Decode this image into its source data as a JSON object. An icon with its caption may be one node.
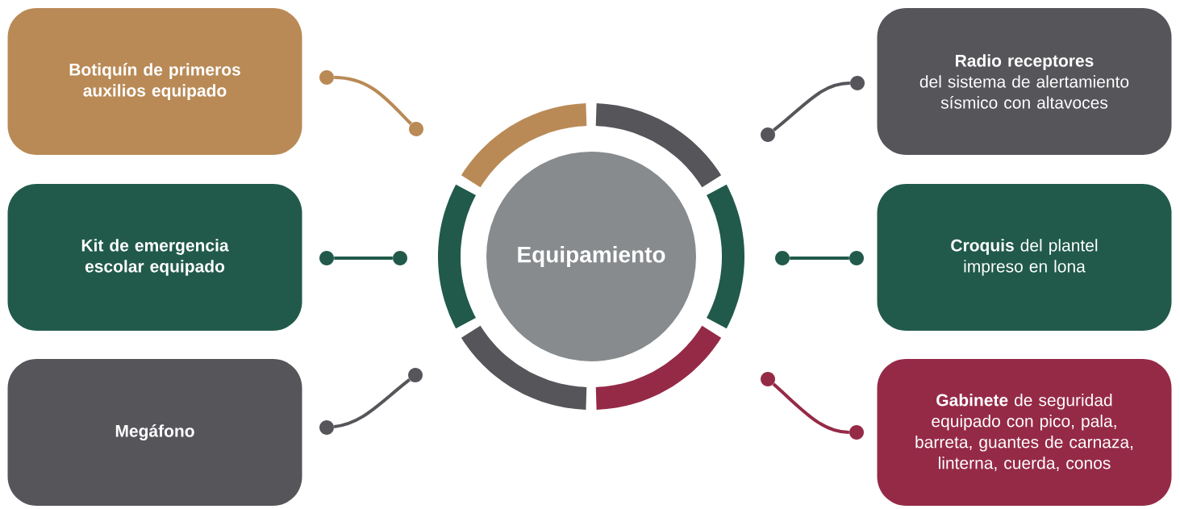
{
  "diagram": {
    "nodes": [
      {
        "text": [
          "Equipamiento"
        ]
      },
      {
        "text": [
          "Botiquín de primeros auxilios equipado"
        ]
      },
      {
        "text": [
          "Kit de emergencia escolar equipado"
        ]
      },
      {
        "text": [
          "Megáfono"
        ]
      },
      {
        "text": [
          "Radio receptores",
          "del sistema de alertamiento sísmico con altavoces"
        ]
      },
      {
        "text": [
          "**Croquis** del plantel impreso en lona"
        ]
      },
      {
        "text": [
          "**Gabinete** de seguridad equipado con pico, pala, barreta, guantes de carnaza, linterna, cuerda, conos"
        ]
      },
      {
        "text": [],
        "shape": "circle"
      },
      {
        "text": [],
        "shape": "circle"
      },
      {
        "text": [],
        "shape": "circle"
      },
      {
        "text": [],
        "shape": "circle"
      },
      {
        "text": [],
        "shape": "circle"
      },
      {
        "text": [],
        "shape": "circle"
      },
      {
        "text": [],
        "shape": "circle"
      },
      {
        "text": [],
        "shape": "circle"
      },
      {
        "text": [],
        "shape": "circle"
      },
      {
        "text": [],
        "shape": "circle"
      },
      {
        "text": [],
        "shape": "circle"
      },
      {
        "text": [],
        "shape": "circle"
      }
    ],
    "edges": [
      {
        "from": 7,
        "to": 8,
        "arrow": "none",
        "color": "#b98a56"
      },
      {
        "from": 9,
        "to": 10,
        "arrow": "none",
        "color": "#215a4a"
      },
      {
        "from": 11,
        "to": 12,
        "arrow": "none",
        "color": "#56555a"
      },
      {
        "from": 13,
        "to": 14,
        "arrow": "none",
        "color": "#56555a"
      },
      {
        "from": 15,
        "to": 16,
        "arrow": "none",
        "color": "#215a4a"
      },
      {
        "from": 17,
        "to": 18,
        "arrow": "none",
        "color": "#952a47"
      }
    ]
  }
}
